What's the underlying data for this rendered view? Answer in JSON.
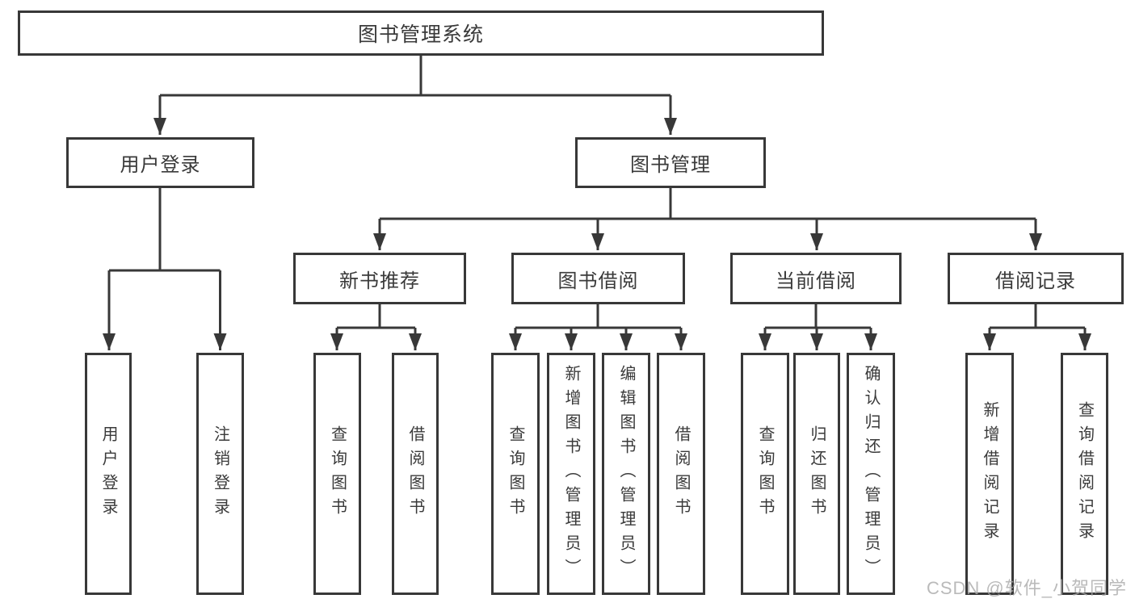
{
  "diagram": {
    "title_node": {
      "label": "图书管理系统"
    },
    "level2": [
      {
        "label": "用户登录"
      },
      {
        "label": "图书管理"
      }
    ],
    "level3": [
      {
        "label": "新书推荐"
      },
      {
        "label": "图书借阅"
      },
      {
        "label": "当前借阅"
      },
      {
        "label": "借阅记录"
      }
    ],
    "leaves": [
      "用户登录",
      "注销登录",
      "查询图书",
      "借阅图书",
      "查询图书",
      "新增图书（管理员）",
      "编辑图书（管理员）",
      "借阅图书",
      "查询图书",
      "归还图书",
      "确认归还（管理员）",
      "新增借阅记录",
      "查询借阅记录"
    ]
  },
  "watermark": "CSDN @软件_小贺同学",
  "colors": {
    "line": "#383838",
    "text": "#3a3a3a",
    "watermark": "#a9a9a9",
    "background": "#ffffff"
  }
}
